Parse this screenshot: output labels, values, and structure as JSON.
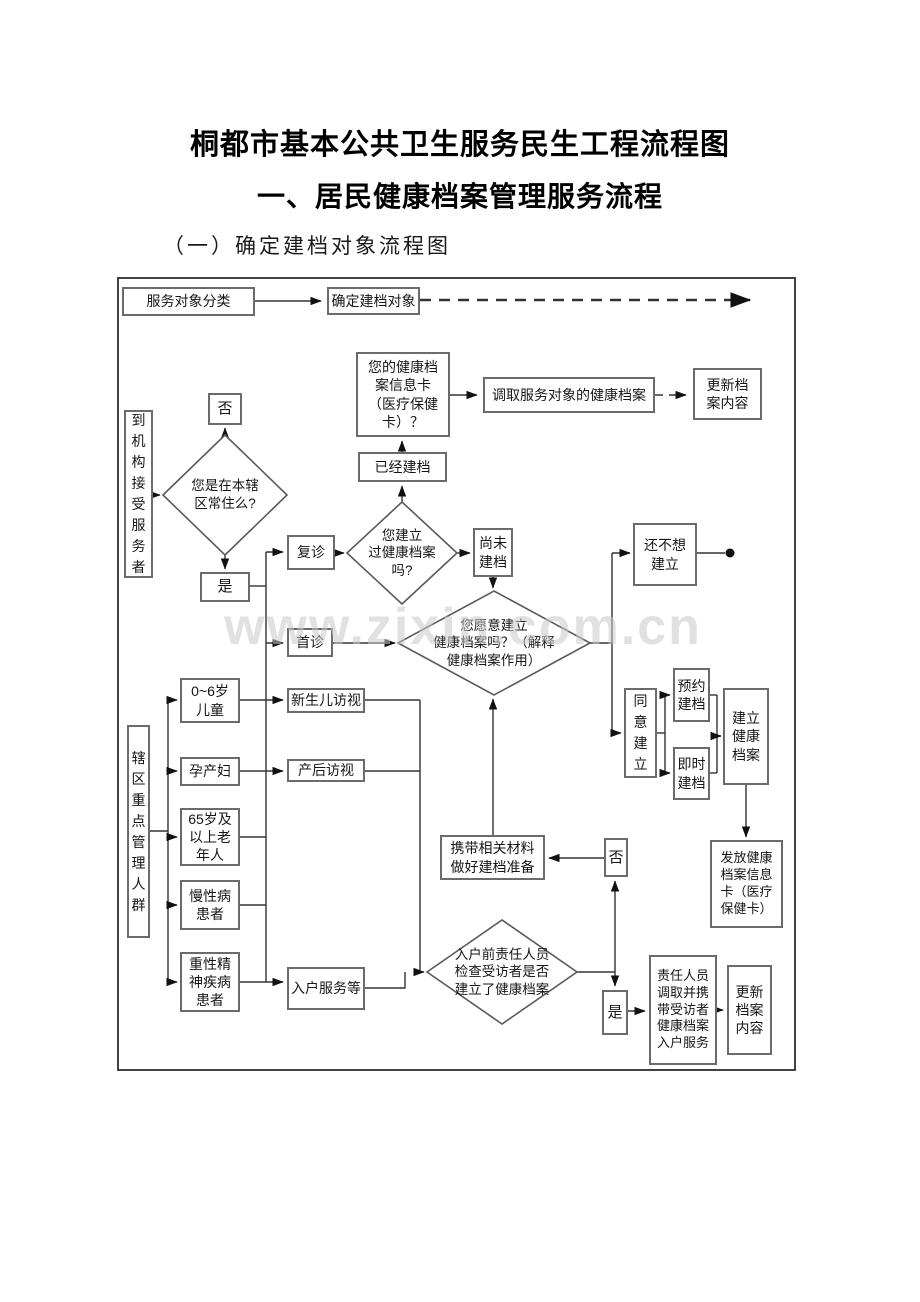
{
  "page": {
    "title": "桐都市基本公共卫生服务民生工程流程图",
    "subtitle": "一、居民健康档案管理服务流程",
    "section_heading": "（一）确定建档对象流程图",
    "watermark": "www.zixin.com.cn"
  },
  "colors": {
    "background": "#ffffff",
    "box_border": "#6b6b6b",
    "connector_line": "#333333",
    "text": "#161616",
    "watermark": "#c9c9c9"
  },
  "flowchart": {
    "nodes": {
      "svc_classify": "服务对象分类",
      "determine_target": "确定建档对象",
      "info_card_q": "您的健康档\n案信息卡\n（医疗保健\n卡）？",
      "retrieve_records": "调取服务对象的健康档案",
      "update_content_top": "更新档\n案内容",
      "no_top": "否",
      "reach_org": "到\n机\n构\n接\n受\n服\n务\n者",
      "resident_q": "您是在本辖\n区常住么?",
      "yes_top": "是",
      "return_visit": "复诊",
      "already_filed": "已经建档",
      "has_record_q": "您建立\n过健康档案\n吗?",
      "not_filed": "尚未\n建档",
      "first_visit": "首诊",
      "willing_q": "您愿意建立\n健康档案吗？（解释\n健康档案作用）",
      "not_want": "还不想\n建立",
      "agree": "同\n意\n建\n立",
      "appointment": "预约\n建档",
      "immediate": "即时\n建档",
      "establish": "建立\n健康\n档案",
      "issue_card": "发放健康\n档案信息\n卡（医疗\n保健卡）",
      "key_population": "辖\n区\n重\n点\n管\n理\n人\n群",
      "children": "0~6岁\n儿童",
      "pregnant": "孕产妇",
      "elderly": "65岁及\n以上老\n年人",
      "chronic": "慢性病\n患者",
      "mental": "重性精\n神疾病\n患者",
      "newborn_visit": "新生儿访视",
      "postpartum_visit": "产后访视",
      "home_service": "入户服务等",
      "prepare_materials": "携带相关材料\n做好建档准备",
      "no_bottom": "否",
      "check_q": "入户前责任人员\n检查受访者是否\n建立了健康档案",
      "yes_bottom": "是",
      "responsible_staff": "责任人员\n调取并携\n带受访者\n健康档案\n入户服务",
      "update_content_bottom": "更新\n档案\n内容"
    }
  }
}
